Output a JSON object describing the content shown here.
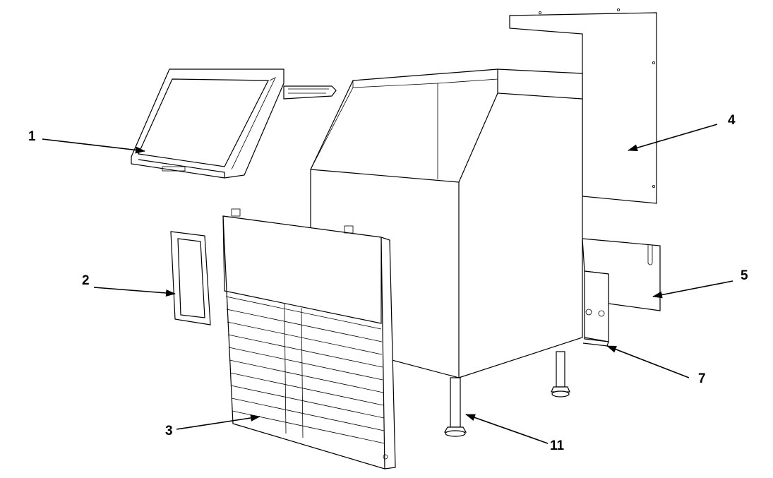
{
  "callouts": [
    {
      "label": "1"
    },
    {
      "label": "2"
    },
    {
      "label": "3"
    },
    {
      "label": "4"
    },
    {
      "label": "5"
    },
    {
      "label": "7"
    },
    {
      "label": "11"
    }
  ]
}
